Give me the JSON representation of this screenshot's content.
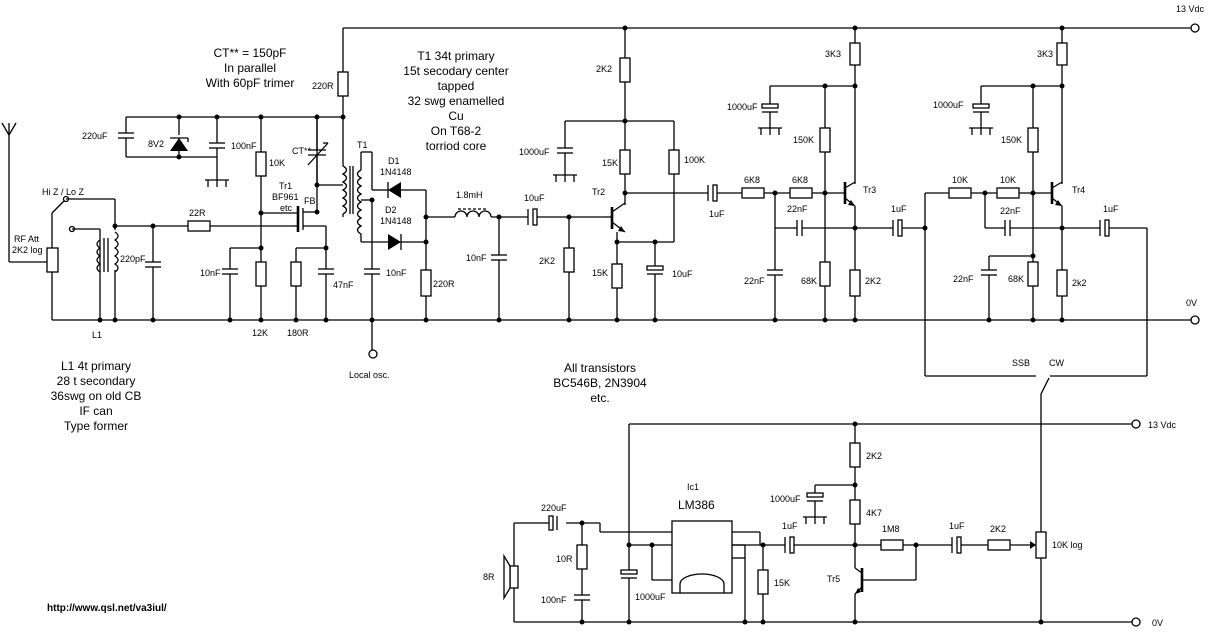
{
  "notes": {
    "ct_lines": [
      "CT** = 150pF",
      "In parallel",
      "With 60pF trimer"
    ],
    "t1_lines": [
      "T1  34t primary",
      "15t secodary center",
      "tapped",
      "32 swg enamelled",
      "Cu",
      "On T68-2",
      "torriod core"
    ],
    "l1_lines": [
      "L1  4t primary",
      "28 t secondary",
      "36swg on old CB",
      "IF can",
      "Type former"
    ],
    "transistor_lines": [
      "All transistors",
      "BC546B, 2N3904",
      "etc."
    ],
    "url": "http://www.qsl.net/va3iul/"
  },
  "labels": {
    "hiz": "Hi Z / Lo Z",
    "rfatt_1": "RF Att",
    "rfatt_2": "2K2 log",
    "l1": "L1",
    "c220pf": "220pF",
    "r22": "22R",
    "c220uf_top": "220uF",
    "z8v2": "8V2",
    "c100nf_top": "100nF",
    "r10k_bias": "10K",
    "c10nf_src": "10nF",
    "r12k": "12K",
    "r180": "180R",
    "tr1": "Tr1",
    "bf961": "BF961",
    "etc": "etc",
    "fb": "FB",
    "c47nf": "47nF",
    "ctstar": "CT**",
    "r220_top": "220R",
    "t1": "T1",
    "d1": "D1",
    "d1t": "1N4148",
    "d2": "D2",
    "d2t": "1N4148",
    "c10nf_lo": "10nF",
    "local_osc": "Local osc.",
    "r220_bot": "220R",
    "l18mh": "1.8mH",
    "c10nf_d": "10nF",
    "c10uf_a": "10uF",
    "r2k2_a": "2K2",
    "r2k2_tr2": "2K2",
    "c1000_tr2": "1000uF",
    "r15k_a": "15K",
    "r100k": "100K",
    "tr2": "Tr2",
    "r15k_b": "15K",
    "c10uf_e": "10uF",
    "c1uf_a": "1uF",
    "r6k8_a": "6K8",
    "r6k8_b": "6K8",
    "c22nf_a": "22nF",
    "c22nf_b": "22nF",
    "r68k_a": "68K",
    "r3k3_a": "3K3",
    "c1000_tr3": "1000uF",
    "r150k_a": "150K",
    "tr3": "Tr3",
    "r2k2_e3": "2K2",
    "c1uf_b": "1uF",
    "r10k_a": "10K",
    "r10k_b": "10K",
    "c22nf_c": "22nF",
    "c22nf_d": "22nF",
    "r68k_b": "68K",
    "r3k3_b": "3K3",
    "c1000_tr4": "1000uF",
    "r150k_b": "150K",
    "tr4": "Tr4",
    "r2k2_e4": "2k2",
    "c1uf_c": "1uF",
    "v13_top": "13 Vdc",
    "v0_top": "0V",
    "ssb": "SSB",
    "cw": "CW",
    "v13_bot": "13 Vdc",
    "v0_bot": "0V",
    "r2k2_af": "2K2",
    "c1000_af": "1000uF",
    "r4k7": "4K7",
    "ic1": "Ic1",
    "lm386": "LM386",
    "c220uf_out": "220uF",
    "r10r": "10R",
    "c100nf_out": "100nF",
    "spk": "8R",
    "c1000_ic": "1000uF",
    "c1uf_d": "1uF",
    "r15k_c": "15K",
    "r1m8": "1M8",
    "c1uf_e": "1uF",
    "r2k2_in": "2K2",
    "vol": "10K log",
    "tr5": "Tr5"
  },
  "icons": [
    "antenna-icon",
    "ground-icon",
    "speaker-icon",
    "zener-icon",
    "diode-icon",
    "transistor-icon"
  ]
}
